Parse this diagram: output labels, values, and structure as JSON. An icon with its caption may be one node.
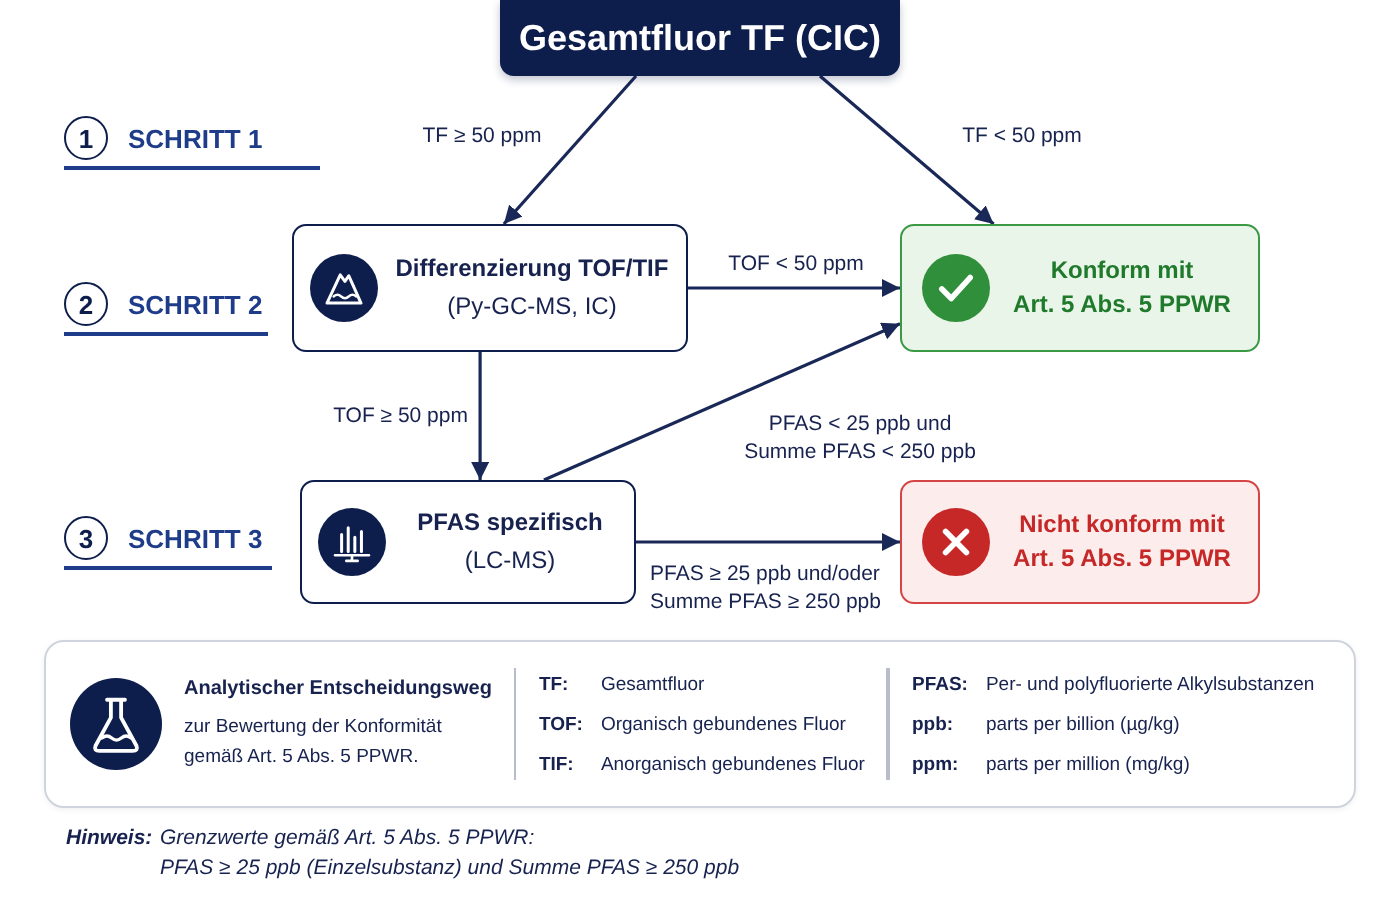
{
  "diagram": {
    "nodes": [
      {
        "text": [
          "Gesamtfluor TF (CIC)"
        ]
      },
      {
        "text": [
          "Differenzierung TOF/TIF",
          "(Py-GC-MS, IC)"
        ]
      },
      {
        "text": [
          "Konform mit",
          "Art. 5 Abs. 5 PPWR"
        ]
      },
      {
        "text": [
          "PFAS spezifisch",
          "(LC-MS)"
        ]
      },
      {
        "text": [
          "Nicht konform mit",
          "Art. 5 Abs. 5 PPWR"
        ]
      },
      {
        "text": [
          "Analytischer Entscheidungsweg",
          "zur Bewertung der Konformität gemäß Art. 5 Abs. 5 PPWR."
        ]
      }
    ],
    "edges": [
      {
        "from": 0,
        "to": 1,
        "arrow": "to",
        "label": "TF ≥ 50 ppm"
      },
      {
        "from": 0,
        "to": 2,
        "arrow": "to",
        "label": "TF < 50 ppm"
      },
      {
        "from": 1,
        "to": 2,
        "arrow": "to",
        "label": "TOF < 50 ppm"
      },
      {
        "from": 1,
        "to": 3,
        "arrow": "to",
        "label": "TOF ≥ 50 ppm"
      },
      {
        "from": 3,
        "to": 2,
        "arrow": "to",
        "label": "PFAS < 25 ppb und Summe PFAS < 250 ppb"
      },
      {
        "from": 3,
        "to": 4,
        "arrow": "to",
        "label": "PFAS ≥ 25 ppb und/oder Summe PFAS ≥ 250 ppb"
      }
    ],
    "labels": [
      "1",
      "SCHRITT 1",
      "2",
      "SCHRITT 2",
      "3",
      "SCHRITT 3",
      "TF:",
      "Gesamtfluor",
      "PFAS:",
      "Per- und polyfluorierte Alkylsubstanzen",
      "TOF:",
      "Organisch gebundenes Fluor",
      "ppb:",
      "parts per billion (µg/kg)",
      "TIF:",
      "Anorganisch gebundenes Fluor",
      "ppm:",
      "parts per million (mg/kg)",
      "Hinweis:",
      "Grenzwerte gemäß Art. 5 Abs. 5 PPWR:",
      "PFAS ≥ 25 ppb (Einzelsubstanz) und Summe PFAS ≥ 250 ppb"
    ]
  }
}
